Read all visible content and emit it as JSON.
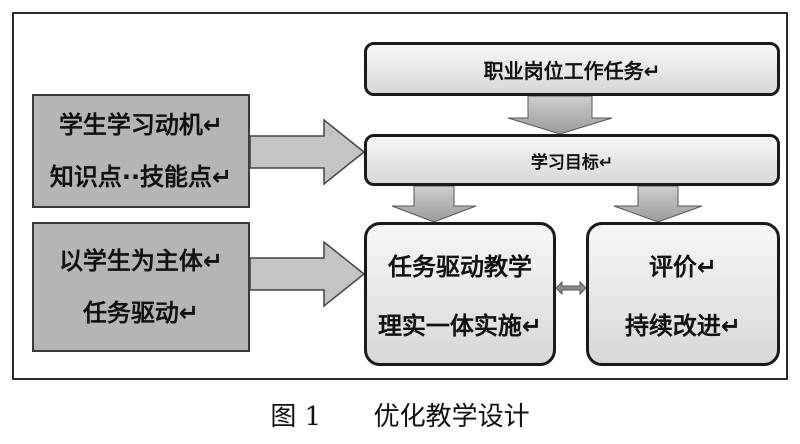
{
  "diagram": {
    "top_box": "职业岗位工作任务↵",
    "goal_box": "学习目标↵",
    "left_top": {
      "line1": "学生学习动机↵",
      "line2": "知识点··技能点↵"
    },
    "left_bottom": {
      "line1": "以学生为主体↵",
      "line2": "任务驱动↵"
    },
    "center_box": {
      "line1": "任务驱动教学",
      "line2": "理实一体实施↵"
    },
    "right_box": {
      "line1": "评价↵",
      "line2": "持续改进↵"
    }
  },
  "caption": {
    "label": "图 1",
    "title": "优化教学设计"
  }
}
